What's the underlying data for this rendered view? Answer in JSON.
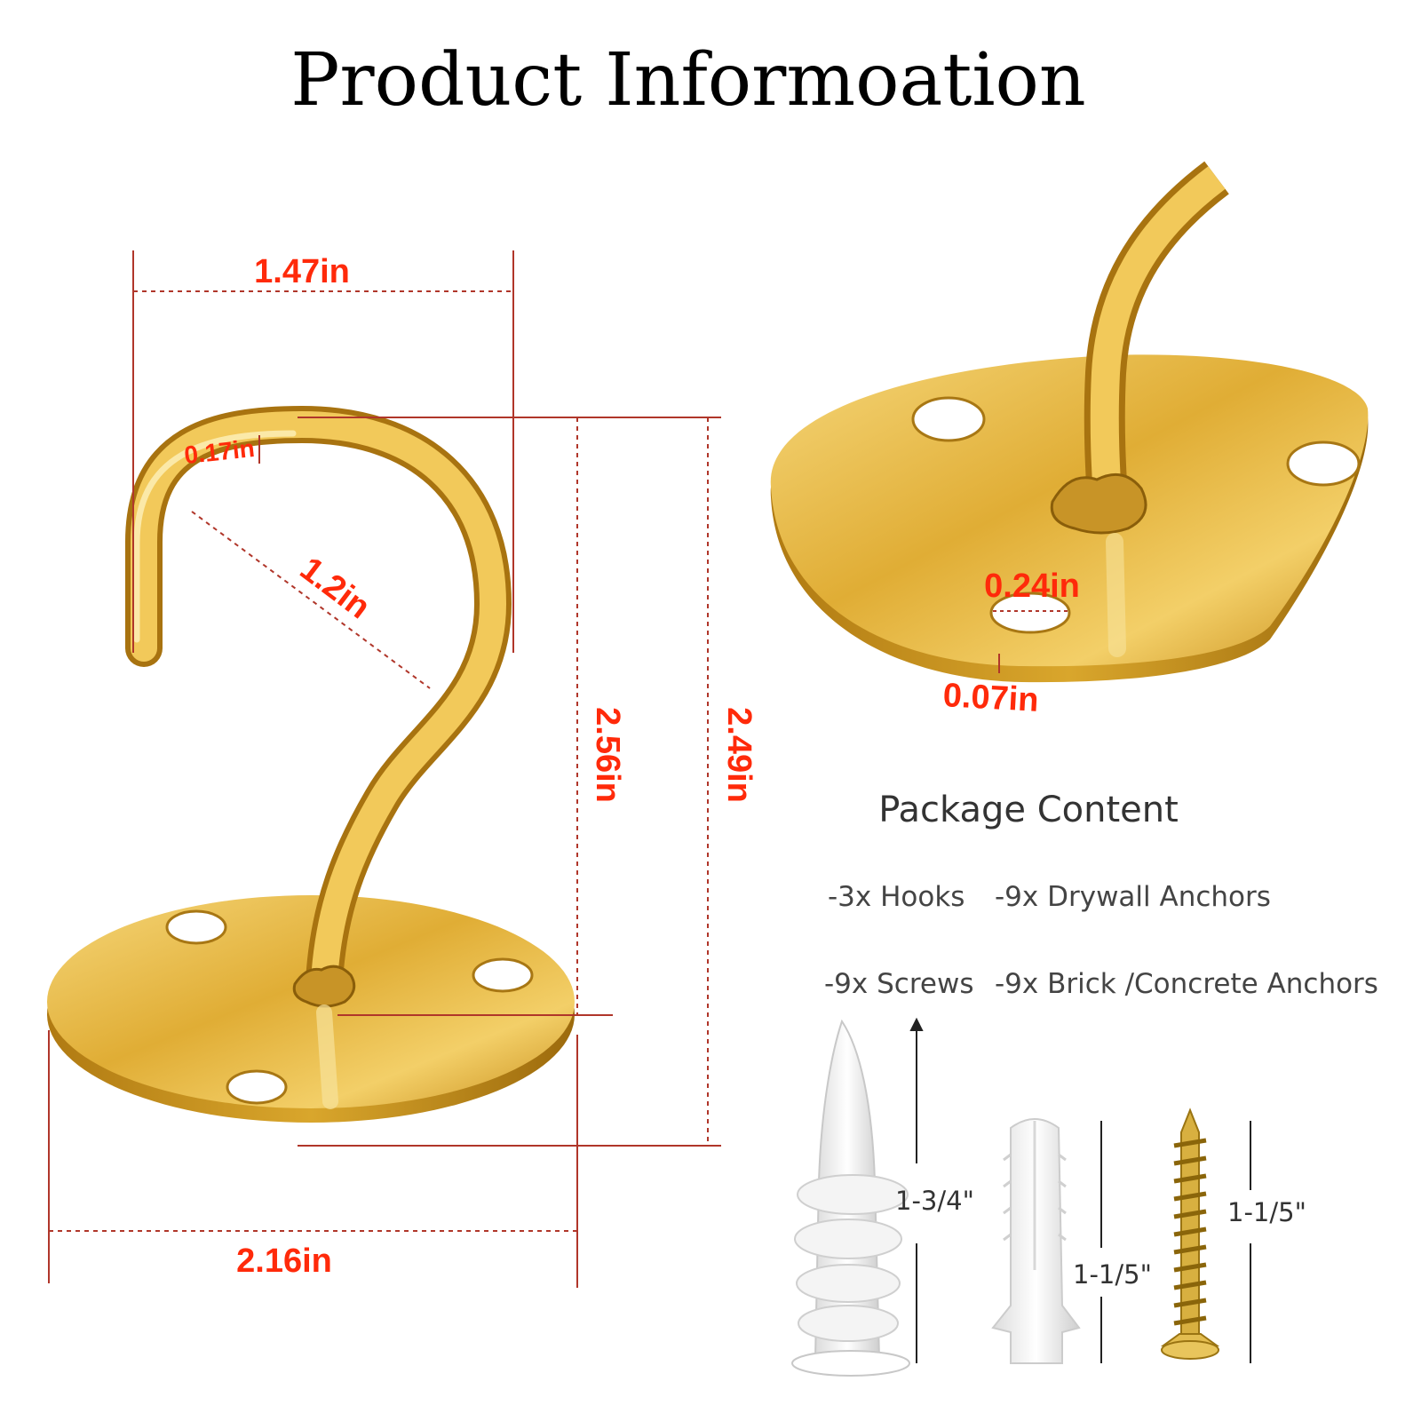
{
  "title": "Product Informoation",
  "dimensions": {
    "hook_width": "1.47in",
    "wire_thickness": "0.17in",
    "hook_inner_diameter": "1.2in",
    "hook_height_inner": "2.56in",
    "hook_height_total": "2.49in",
    "base_diameter": "2.16in",
    "hole_diameter": "0.24in",
    "plate_thickness": "0.07in"
  },
  "package": {
    "title": "Package Content",
    "items": [
      "-3x Hooks",
      "-9x Drywall Anchors",
      "-9x Screws",
      "-9x Brick /Concrete Anchors"
    ]
  },
  "hardware_sizes": {
    "drywall_anchor": "1-3/4\"",
    "plastic_anchor": "1-1/5\"",
    "screw": "1-1/5\""
  },
  "colors": {
    "dimension_text": "#ff2a0a",
    "dimension_line": "#c0392b",
    "gold": "#d9a62c"
  }
}
